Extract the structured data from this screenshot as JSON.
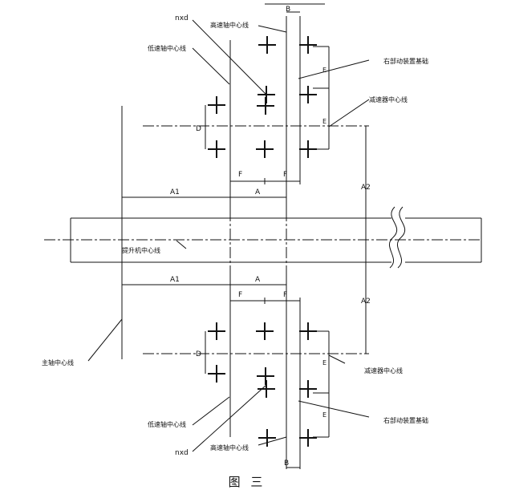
{
  "labels": {
    "nxd": "nxd",
    "high_speed_shaft": "高速轴中心线",
    "low_speed_shaft": "低速轴中心线",
    "right_frame": "右部动装置基础",
    "reducer": "减速器中心线",
    "hoist": "提升机中心线",
    "main_shaft": "主轴中心线"
  },
  "dims": {
    "A": "A",
    "A1": "A1",
    "A2": "A2",
    "B": "B",
    "D": "D",
    "E": "E",
    "F": "F"
  },
  "caption": "图 三"
}
